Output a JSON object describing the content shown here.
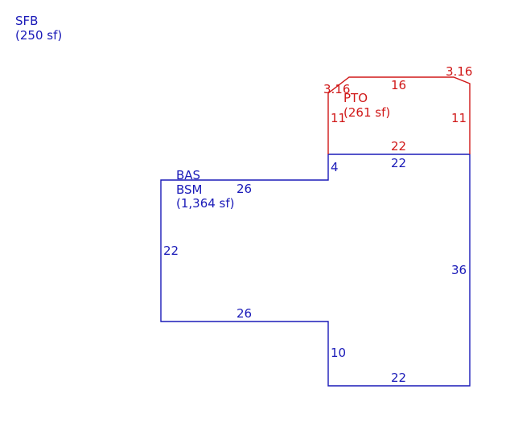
{
  "areas": {
    "sfb": {
      "code": "SFB",
      "area": "(250 sf)"
    },
    "main": {
      "code": "BAS",
      "code2": "BSM",
      "area": "(1,364 sf)"
    },
    "patio": {
      "code": "PTO",
      "area": "(261 sf)"
    }
  },
  "dimensions": {
    "main": {
      "top_left": "26",
      "step_left": "4",
      "top_right": "22",
      "right": "36",
      "bottom_right": "22",
      "step_bottom": "10",
      "bottom_left": "26",
      "left": "22"
    },
    "patio": {
      "bottom": "22",
      "left": "11",
      "right": "11",
      "top": "16",
      "corner_left": "3.16",
      "corner_right": "3.16"
    }
  },
  "colors": {
    "main": "#1a1ab8",
    "patio": "#d01818"
  }
}
